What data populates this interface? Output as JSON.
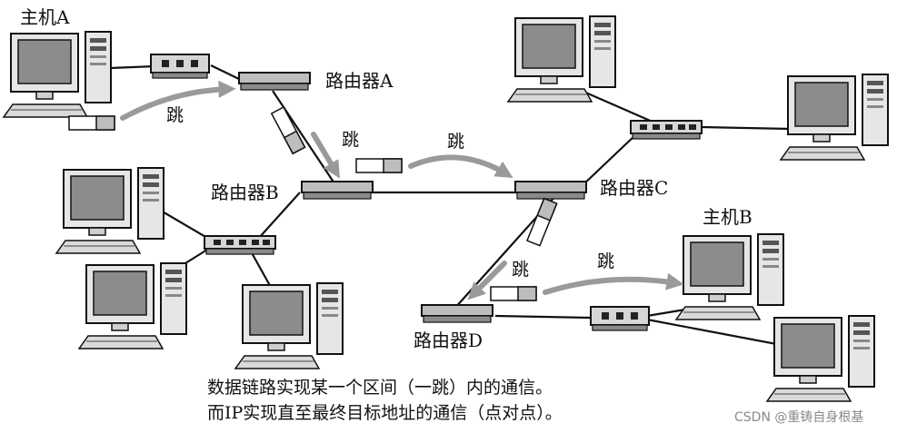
{
  "labels": {
    "host_a": "主机A",
    "host_b": "主机B",
    "router_a": "路由器A",
    "router_b": "路由器B",
    "router_c": "路由器C",
    "router_d": "路由器D",
    "hop": "跳"
  },
  "caption": {
    "line1": "数据链路实现某一个区间（一跳）内的通信。",
    "line2": "而IP实现直至最终目标地址的通信（点对点）。"
  },
  "watermark": "CSDN @重铸自身根基",
  "colors": {
    "line": "#111111",
    "arrow": "#9a9a9a",
    "device_gray": "#bdbdbd",
    "screen": "#8c8c8c"
  }
}
